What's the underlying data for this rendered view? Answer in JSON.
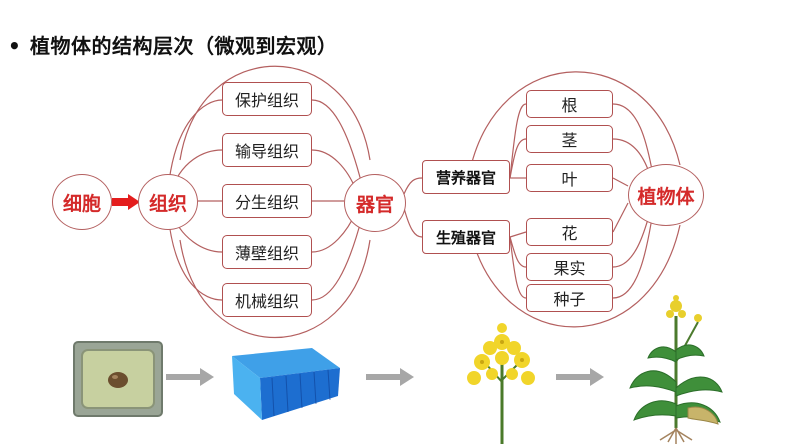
{
  "title": "植物体的结构层次（微观到宏观）",
  "bullet": "•",
  "cell": "细胞",
  "tissue": "组织",
  "organ": "器官",
  "plant": "植物体",
  "tissues": [
    "保护组织",
    "输导组织",
    "分生组织",
    "薄壁组织",
    "机械组织"
  ],
  "organ_groups": [
    "营养器官",
    "生殖器官"
  ],
  "organs": [
    "根",
    "茎",
    "叶",
    "花",
    "果实",
    "种子"
  ],
  "colors": {
    "accent": "#d42a2a",
    "line": "#b46060",
    "arrow": "#e41d1d",
    "flow_arrow": "#a7a7a7"
  },
  "images": [
    "plant-cell",
    "tissue-block",
    "flower",
    "whole-plant"
  ]
}
